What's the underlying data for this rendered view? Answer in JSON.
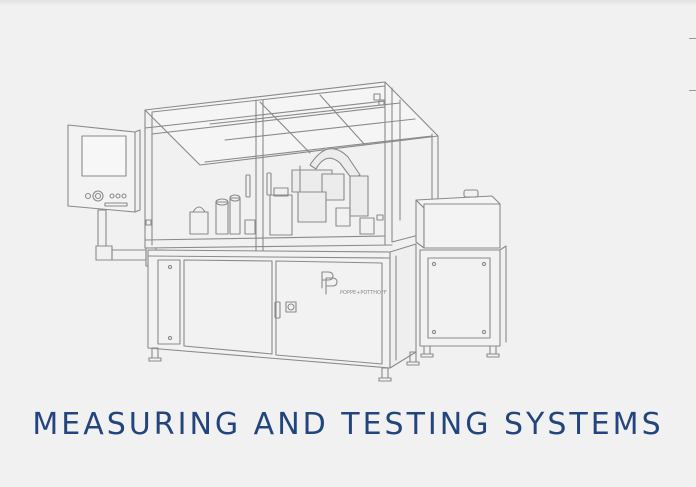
{
  "illustration": {
    "subject": "measuring-and-testing-machine",
    "logo_text": "POPPE+POTTHOFF",
    "logo_monogram": "PP"
  },
  "caption": {
    "text": "MEASURING AND TESTING SYSTEMS"
  },
  "colors": {
    "background": "#f1f1f1",
    "caption": "#23457d",
    "line_art": "#8a8a8a"
  }
}
